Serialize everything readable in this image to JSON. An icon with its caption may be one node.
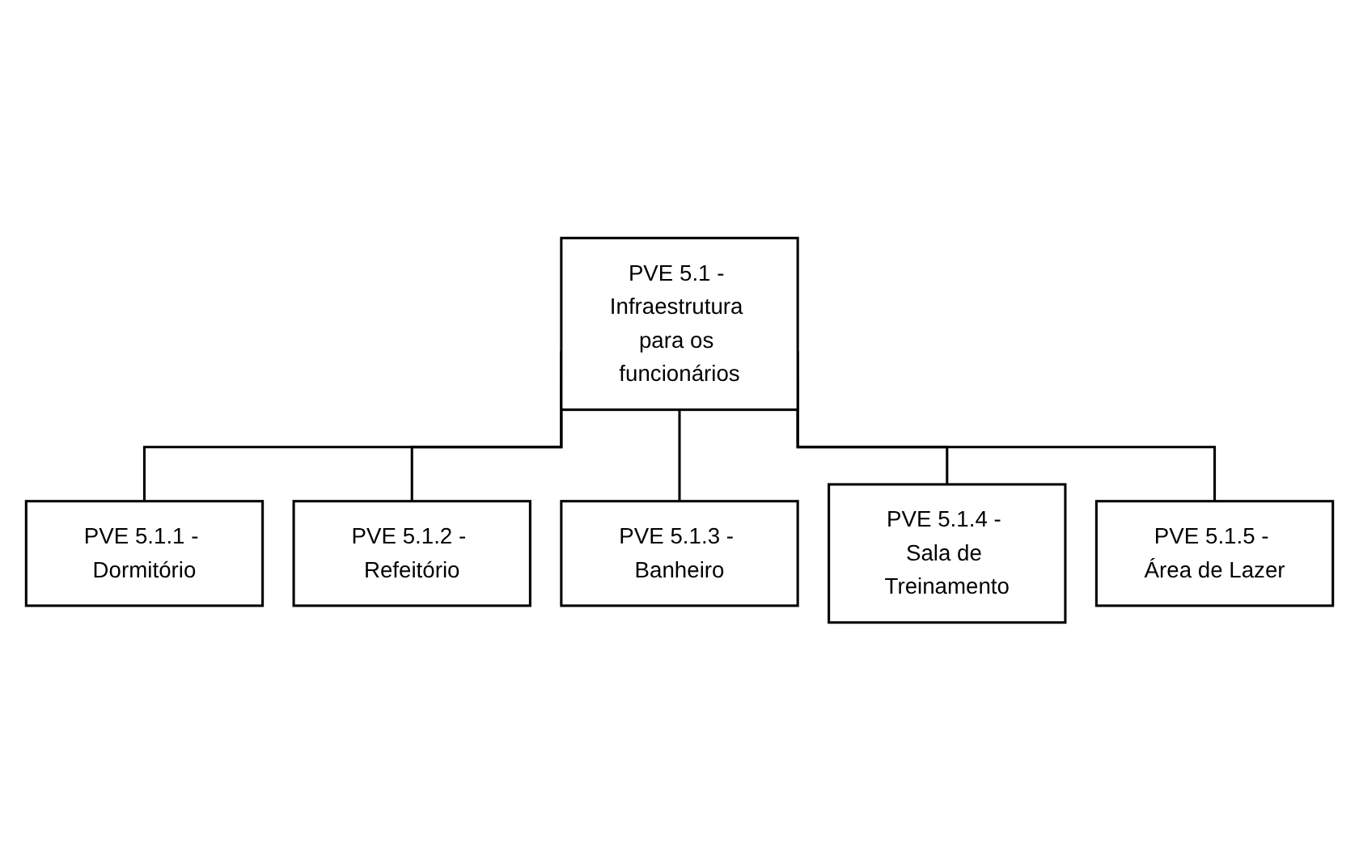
{
  "diagram": {
    "nodes": [
      {
        "text": [
          "PVE 5.1 - Infraestrutura para os funcionários"
        ]
      },
      {
        "text": [
          "PVE 5.1.1 - Dormitório"
        ]
      },
      {
        "text": [
          "PVE 5.1.2 - Refeitório"
        ]
      },
      {
        "text": [
          "PVE 5.1.3 - Banheiro"
        ]
      },
      {
        "text": [
          "PVE 5.1.4 - Sala de Treinamento"
        ]
      },
      {
        "text": [
          "PVE 5.1.5 - Área de Lazer"
        ]
      }
    ],
    "edges": [
      {
        "from": 0,
        "to": 1,
        "arrow": "none"
      },
      {
        "from": 0,
        "to": 2,
        "arrow": "none"
      },
      {
        "from": 0,
        "to": 3,
        "arrow": "none"
      },
      {
        "from": 0,
        "to": 4,
        "arrow": "none"
      },
      {
        "from": 0,
        "to": 5,
        "arrow": "none"
      }
    ]
  }
}
